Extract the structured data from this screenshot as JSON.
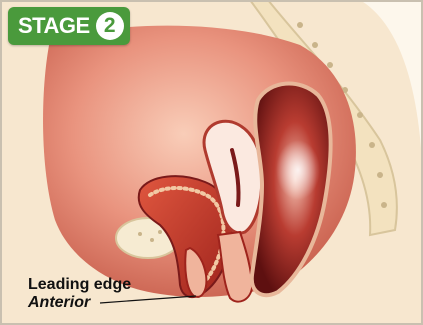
{
  "badge": {
    "text": "STAGE",
    "number": "2"
  },
  "labels": {
    "leading_edge": "Leading edge",
    "anterior": "Anterior"
  },
  "colors": {
    "badge_green": "#4a9a3c",
    "tissue_light": "#f5dcc0",
    "tissue_pink": "#e99a86",
    "wall_red": "#c8352b",
    "lumen_dark": "#7a1a1a",
    "background": "#fdf7ec"
  }
}
